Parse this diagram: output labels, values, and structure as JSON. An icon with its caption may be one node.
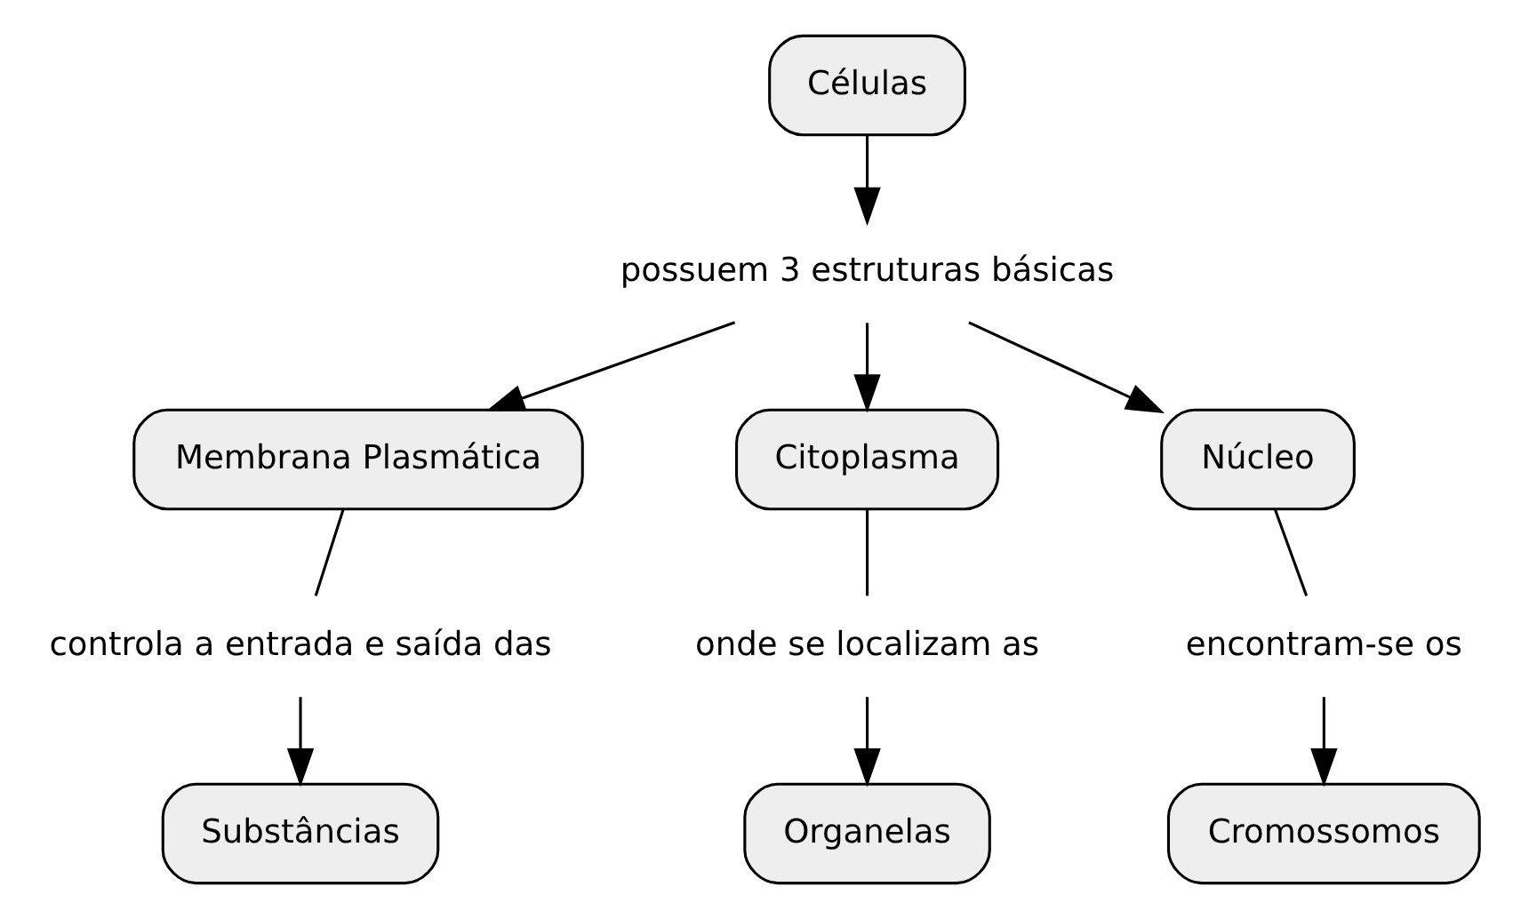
{
  "diagram": {
    "nodes": [
      {
        "text": [
          "Células"
        ]
      },
      {
        "text": [
          "possuem 3 estruturas básicas"
        ]
      },
      {
        "text": [
          "Membrana Plasmática"
        ]
      },
      {
        "text": [
          "Citoplasma"
        ]
      },
      {
        "text": [
          "Núcleo"
        ]
      },
      {
        "text": [
          "controla a entrada e saída das"
        ]
      },
      {
        "text": [
          "Substâncias"
        ]
      },
      {
        "text": [
          "onde se localizam as"
        ]
      },
      {
        "text": [
          "Organelas"
        ]
      },
      {
        "text": [
          "encontram-se os"
        ]
      },
      {
        "text": [
          "Cromossomos"
        ]
      }
    ],
    "edges": [
      {
        "from": 0,
        "to": 1,
        "arrow": "to"
      },
      {
        "from": 1,
        "to": 2,
        "arrow": "to"
      },
      {
        "from": 1,
        "to": 3,
        "arrow": "to"
      },
      {
        "from": 1,
        "to": 4,
        "arrow": "to"
      },
      {
        "from": 2,
        "to": 5,
        "arrow": "none"
      },
      {
        "from": 5,
        "to": 6,
        "arrow": "to"
      },
      {
        "from": 3,
        "to": 7,
        "arrow": "none"
      },
      {
        "from": 7,
        "to": 8,
        "arrow": "to"
      },
      {
        "from": 4,
        "to": 9,
        "arrow": "none"
      },
      {
        "from": 9,
        "to": 10,
        "arrow": "to"
      }
    ]
  }
}
